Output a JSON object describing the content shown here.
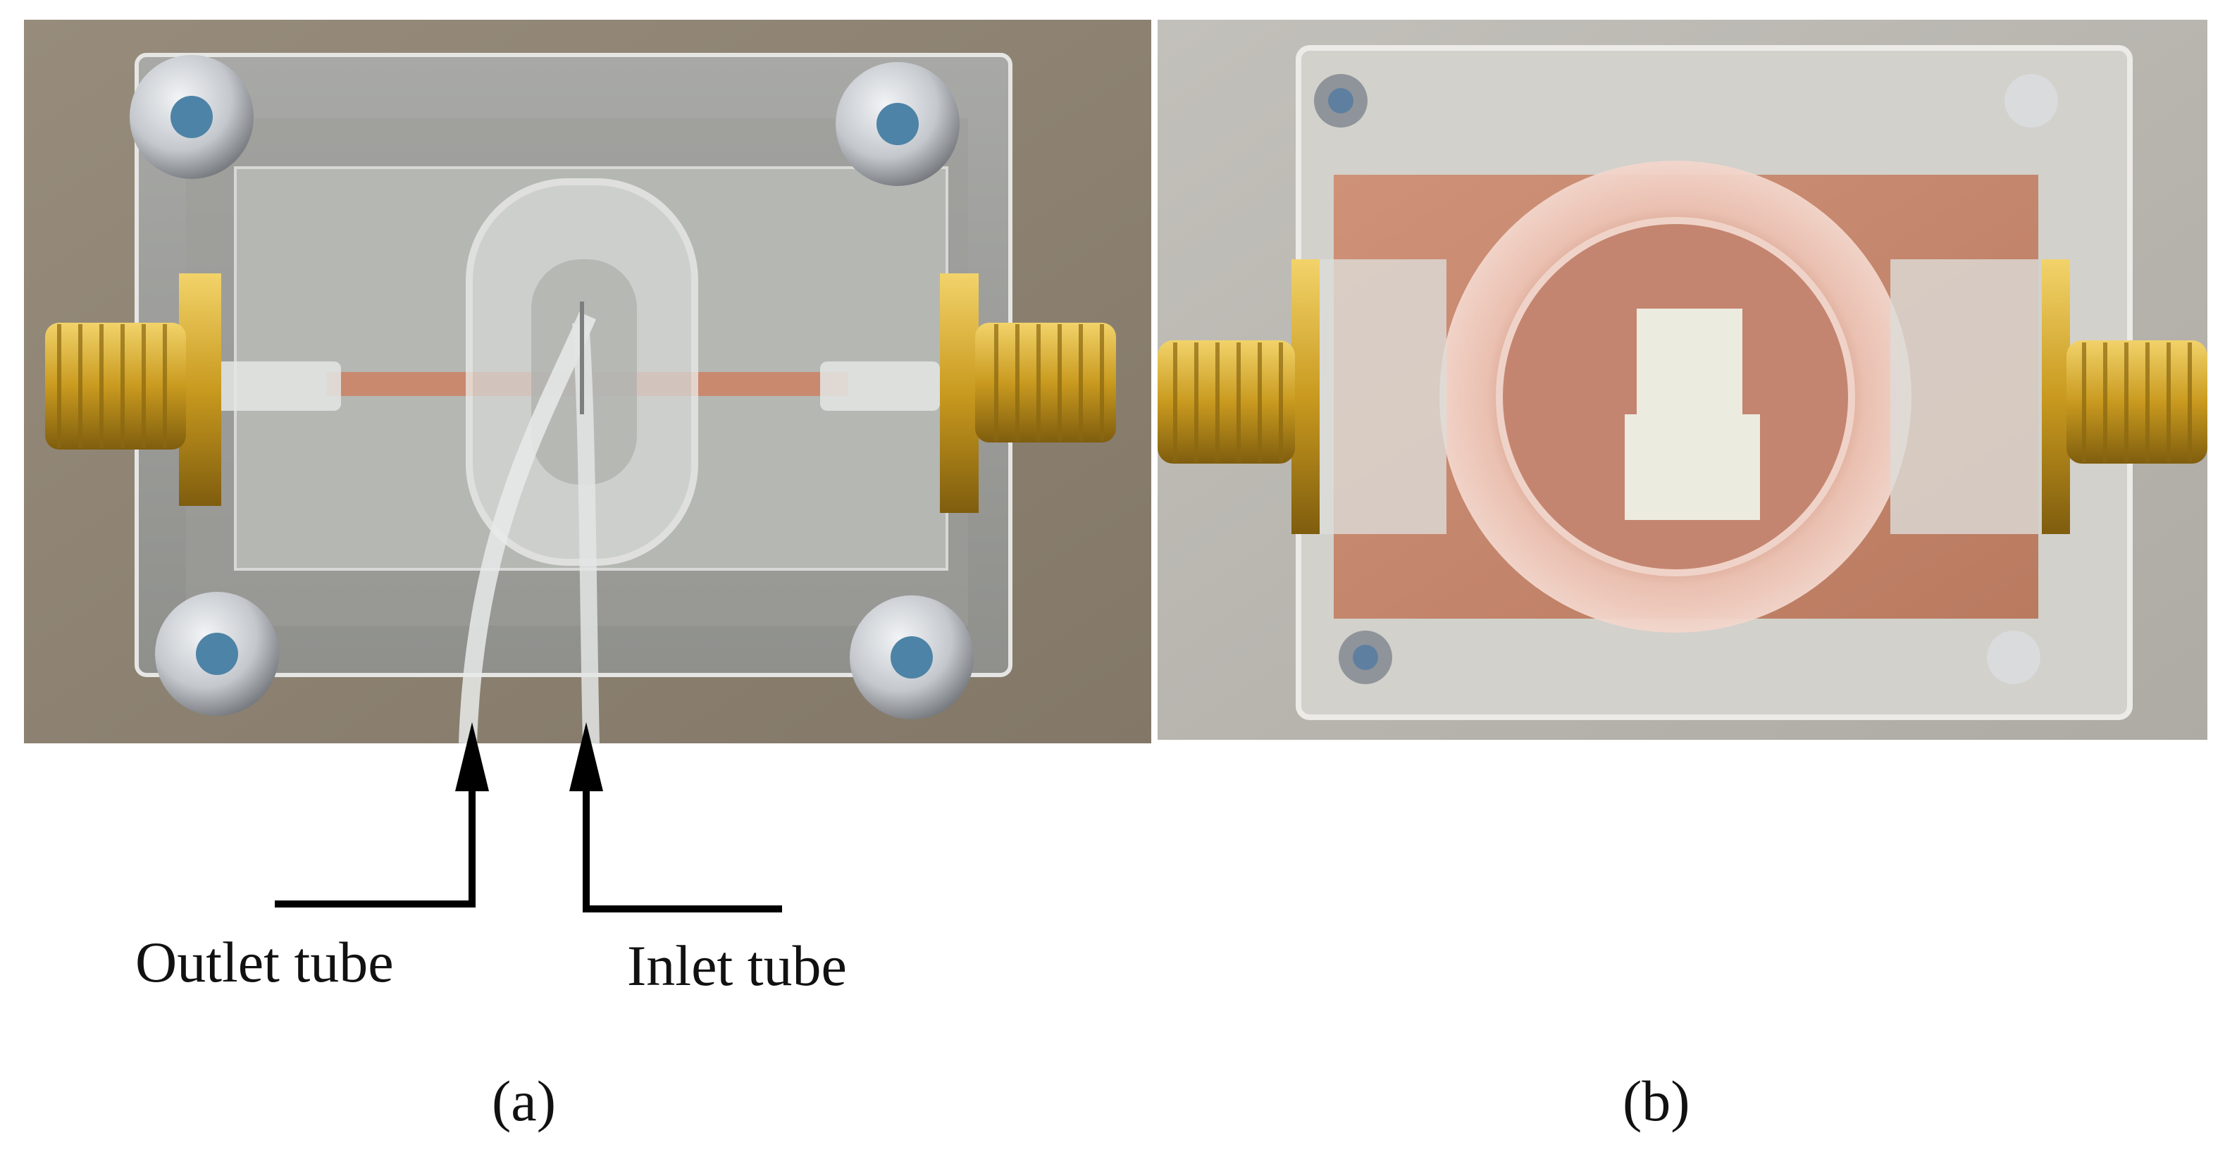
{
  "figure": {
    "panel_a": {
      "caption": "(a)",
      "labels": {
        "outlet": "Outlet tube",
        "inlet": "Inlet tube"
      }
    },
    "panel_b": {
      "caption": "(b)"
    }
  },
  "colors": {
    "backdrop_a": "#8e8373",
    "backdrop_b": "#b9b6ae",
    "substrate_gray": "#b5b7b3",
    "copper": "#c8896f",
    "brass": "#d4a92b",
    "screw_silver": "#c9ccd0",
    "screw_blue": "#4d83a6",
    "arrow": "#000000"
  }
}
